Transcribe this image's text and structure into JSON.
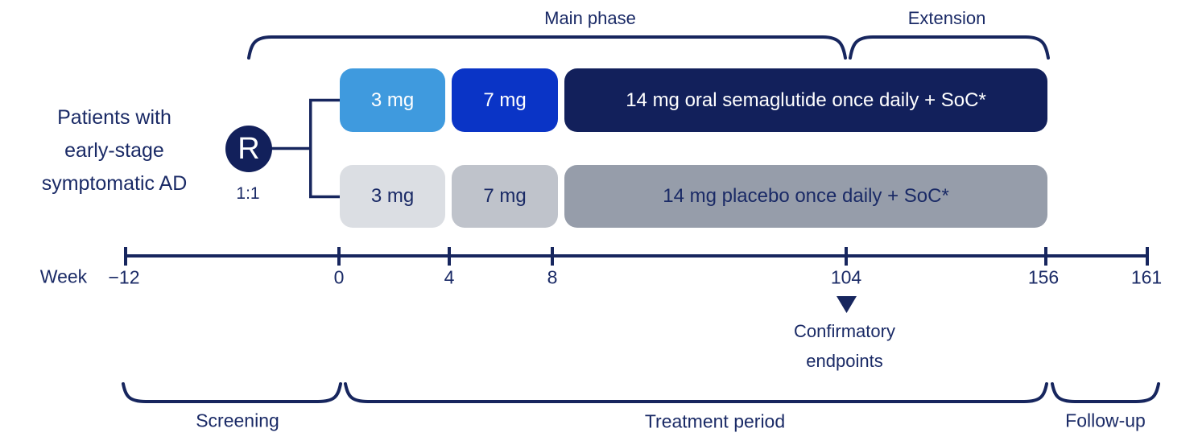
{
  "colors": {
    "ink": "#1a2a66",
    "line": "#17265e",
    "box_navy": "#12205b",
    "box_blue": "#0a34c6",
    "box_lightblue": "#3f9ade",
    "box_gray_light": "#dbdee3",
    "box_gray_mid": "#bfc3cb",
    "box_gray_dark": "#969daa",
    "white": "#ffffff"
  },
  "population": {
    "line1": "Patients with",
    "line2": "early-stage",
    "line3": "symptomatic AD"
  },
  "randomization": {
    "label": "R",
    "ratio": "1:1"
  },
  "phase_braces": {
    "main": "Main phase",
    "extension": "Extension"
  },
  "arms": {
    "semaglutide": {
      "dose1": "3 mg",
      "dose2": "7 mg",
      "maintenance": "14 mg oral semaglutide once daily + SoC*"
    },
    "placebo": {
      "dose1": "3 mg",
      "dose2": "7 mg",
      "maintenance": "14 mg placebo once daily + SoC*"
    }
  },
  "timeline": {
    "axis_label": "Week",
    "ticks": [
      {
        "label": "−12",
        "week": -12
      },
      {
        "label": "0",
        "week": 0
      },
      {
        "label": "4",
        "week": 4
      },
      {
        "label": "8",
        "week": 8
      },
      {
        "label": "104",
        "week": 104
      },
      {
        "label": "156",
        "week": 156
      },
      {
        "label": "161",
        "week": 161
      }
    ]
  },
  "annotation": {
    "line1": "Confirmatory",
    "line2": "endpoints"
  },
  "period_braces": {
    "screening": "Screening",
    "treatment": "Treatment period",
    "followup": "Follow-up"
  }
}
